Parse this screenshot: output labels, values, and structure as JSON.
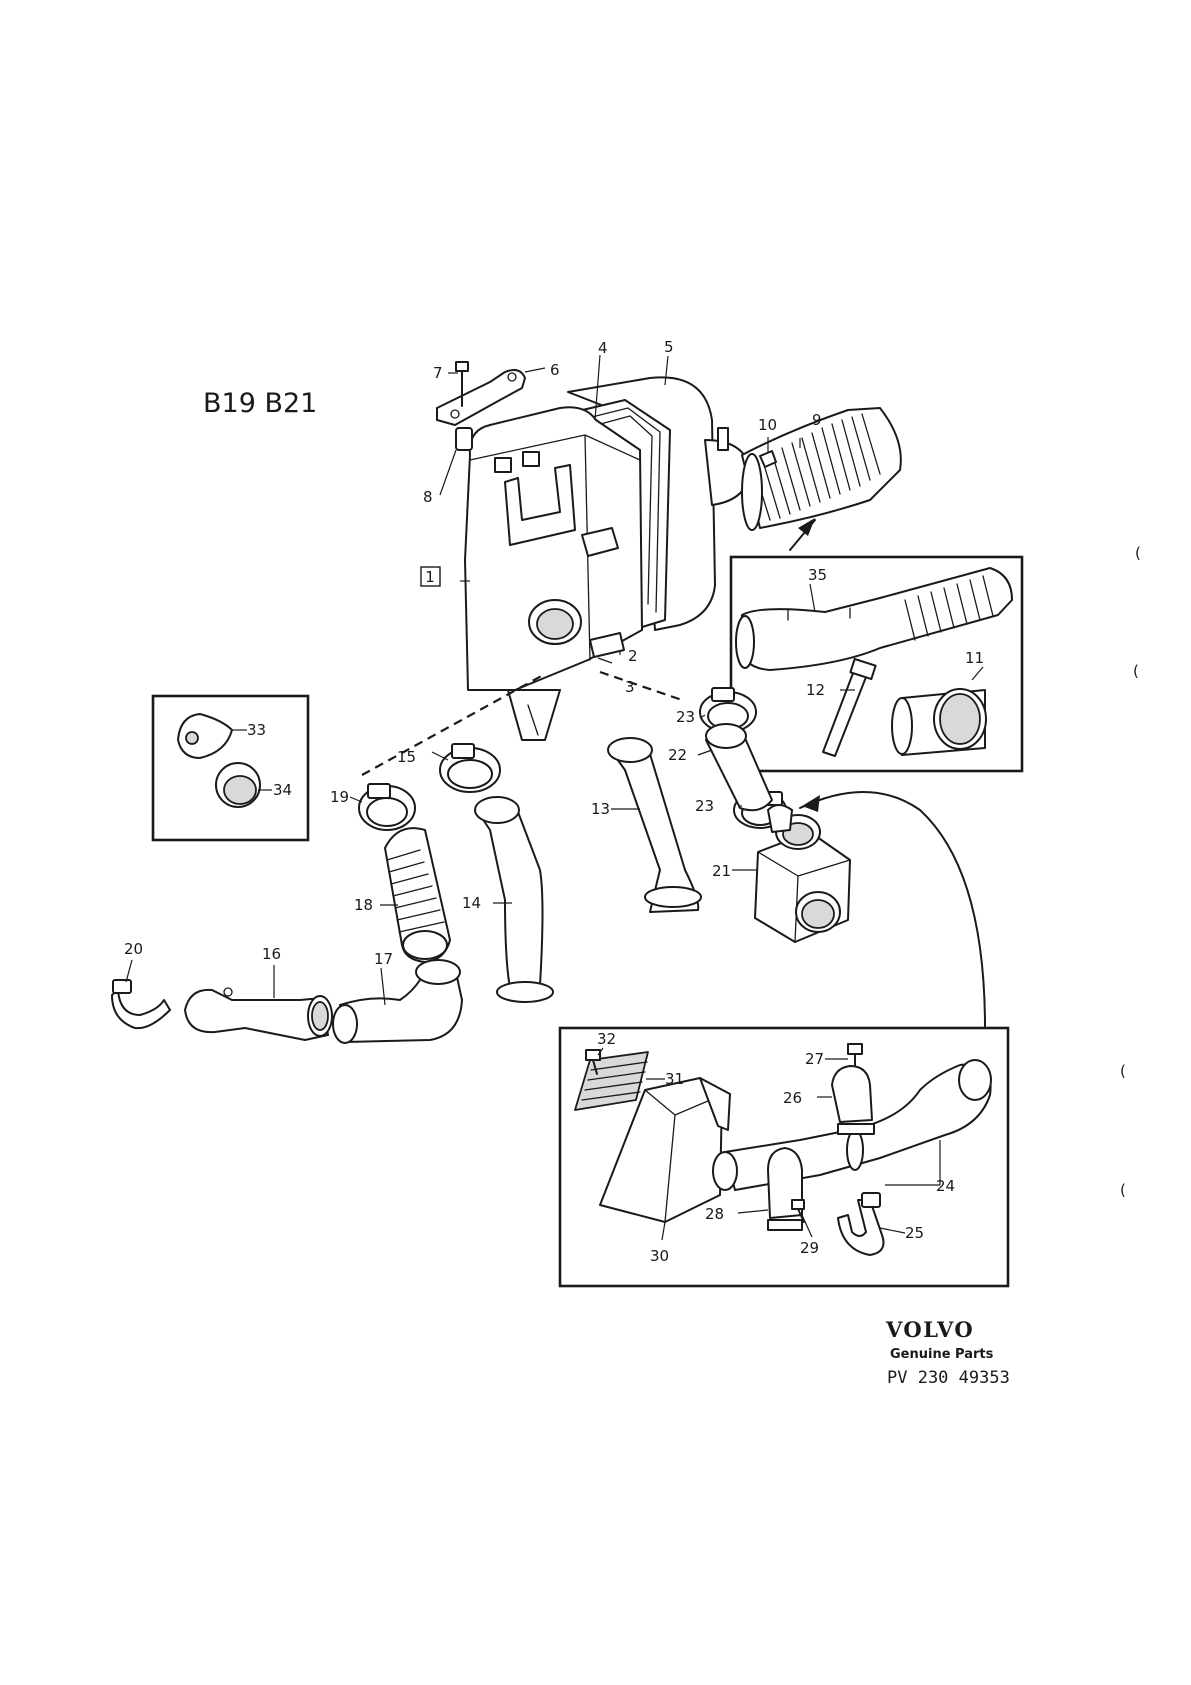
{
  "diagram": {
    "title": "B19 B21",
    "footer": {
      "brand": "VOLVO",
      "tagline": "Genuine Parts",
      "reference": "PV 230 49353"
    },
    "callouts": {
      "c1": "1",
      "c2": "2",
      "c3": "3",
      "c4": "4",
      "c5": "5",
      "c6": "6",
      "c7": "7",
      "c8": "8",
      "c9": "9",
      "c10": "10",
      "c11": "11",
      "c12": "12",
      "c13": "13",
      "c14": "14",
      "c15": "15",
      "c16": "16",
      "c17": "17",
      "c18": "18",
      "c19": "19",
      "c20": "20",
      "c21": "21",
      "c22": "22",
      "c23a": "23",
      "c23b": "23",
      "c24": "24",
      "c25": "25",
      "c26": "26",
      "c27": "27",
      "c28": "28",
      "c29": "29",
      "c30": "30",
      "c31": "31",
      "c32": "32",
      "c33": "33",
      "c34": "34",
      "c35": "35"
    }
  }
}
